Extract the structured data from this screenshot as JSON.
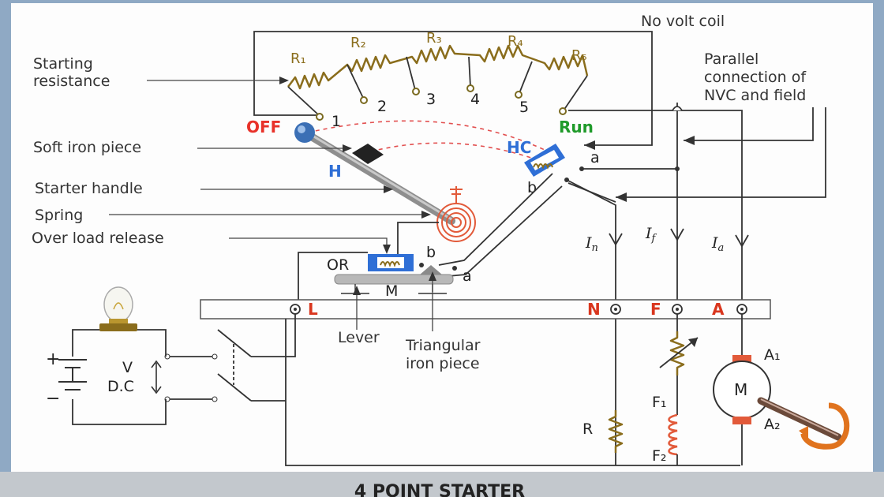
{
  "title": "4 POINT STARTER",
  "labels": {
    "no_volt_coil": "No volt coil",
    "starting_resistance_1": "Starting",
    "starting_resistance_2": "resistance",
    "parallel_1": "Parallel",
    "parallel_2": "connection of",
    "parallel_3": "NVC and field",
    "soft_iron": "Soft iron piece",
    "starter_handle": "Starter handle",
    "spring": "Spring",
    "over_load": "Over load release",
    "lever": "Lever",
    "triangular_1": "Triangular",
    "triangular_2": "iron piece"
  },
  "resistors": [
    "R₁",
    "R₂",
    "R₃",
    "R₄",
    "R₅"
  ],
  "studs": [
    "1",
    "2",
    "3",
    "4",
    "5"
  ],
  "markers": {
    "off": "OFF",
    "run": "Run",
    "hc": "HC",
    "h": "H",
    "or": "OR",
    "m": "M",
    "a": "a",
    "b": "b",
    "a2": "a",
    "b2": "b"
  },
  "terminals": {
    "L": "L",
    "N": "N",
    "F": "F",
    "A": "A"
  },
  "currents": {
    "in": "I",
    "in_sub": "n",
    "if": "I",
    "if_sub": "f",
    "ia": "I",
    "ia_sub": "a"
  },
  "supply": {
    "v": "V",
    "dc": "D.C",
    "plus": "+",
    "minus": "−"
  },
  "components": {
    "r": "R",
    "f1": "F₁",
    "f2": "F₂",
    "a1": "A₁",
    "a2": "A₂",
    "motor": "M"
  },
  "colors": {
    "off": "#e8322a",
    "run": "#1f9a2a",
    "terminal_letters": "#d9361e",
    "hc": "#2f6fd6",
    "resistor": "#8a6d1c",
    "arrow": "#e0731e"
  }
}
